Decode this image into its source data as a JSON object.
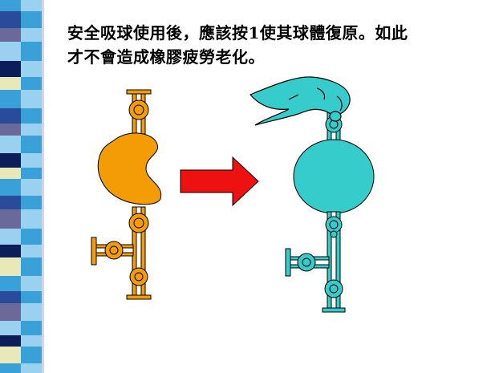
{
  "caption": {
    "line1": "安全吸球使用後，應該按1使其球體復原。如此",
    "line2": "才不會造成橡膠疲勞老化。"
  },
  "colors": {
    "orange": "#f39c05",
    "teal": "#37cccc",
    "arrow_red": "#ee1111",
    "outline": "#000000",
    "strip": [
      "#2a4a9a",
      "#3aa0d8",
      "#e8e8b8",
      "#0b1e5a",
      "#9ad0f0",
      "#6a6a9a"
    ]
  },
  "icons": [
    "pipette-bulb-deflated",
    "pipette-bulb-inflated",
    "arrow-right",
    "hand-pressing"
  ]
}
